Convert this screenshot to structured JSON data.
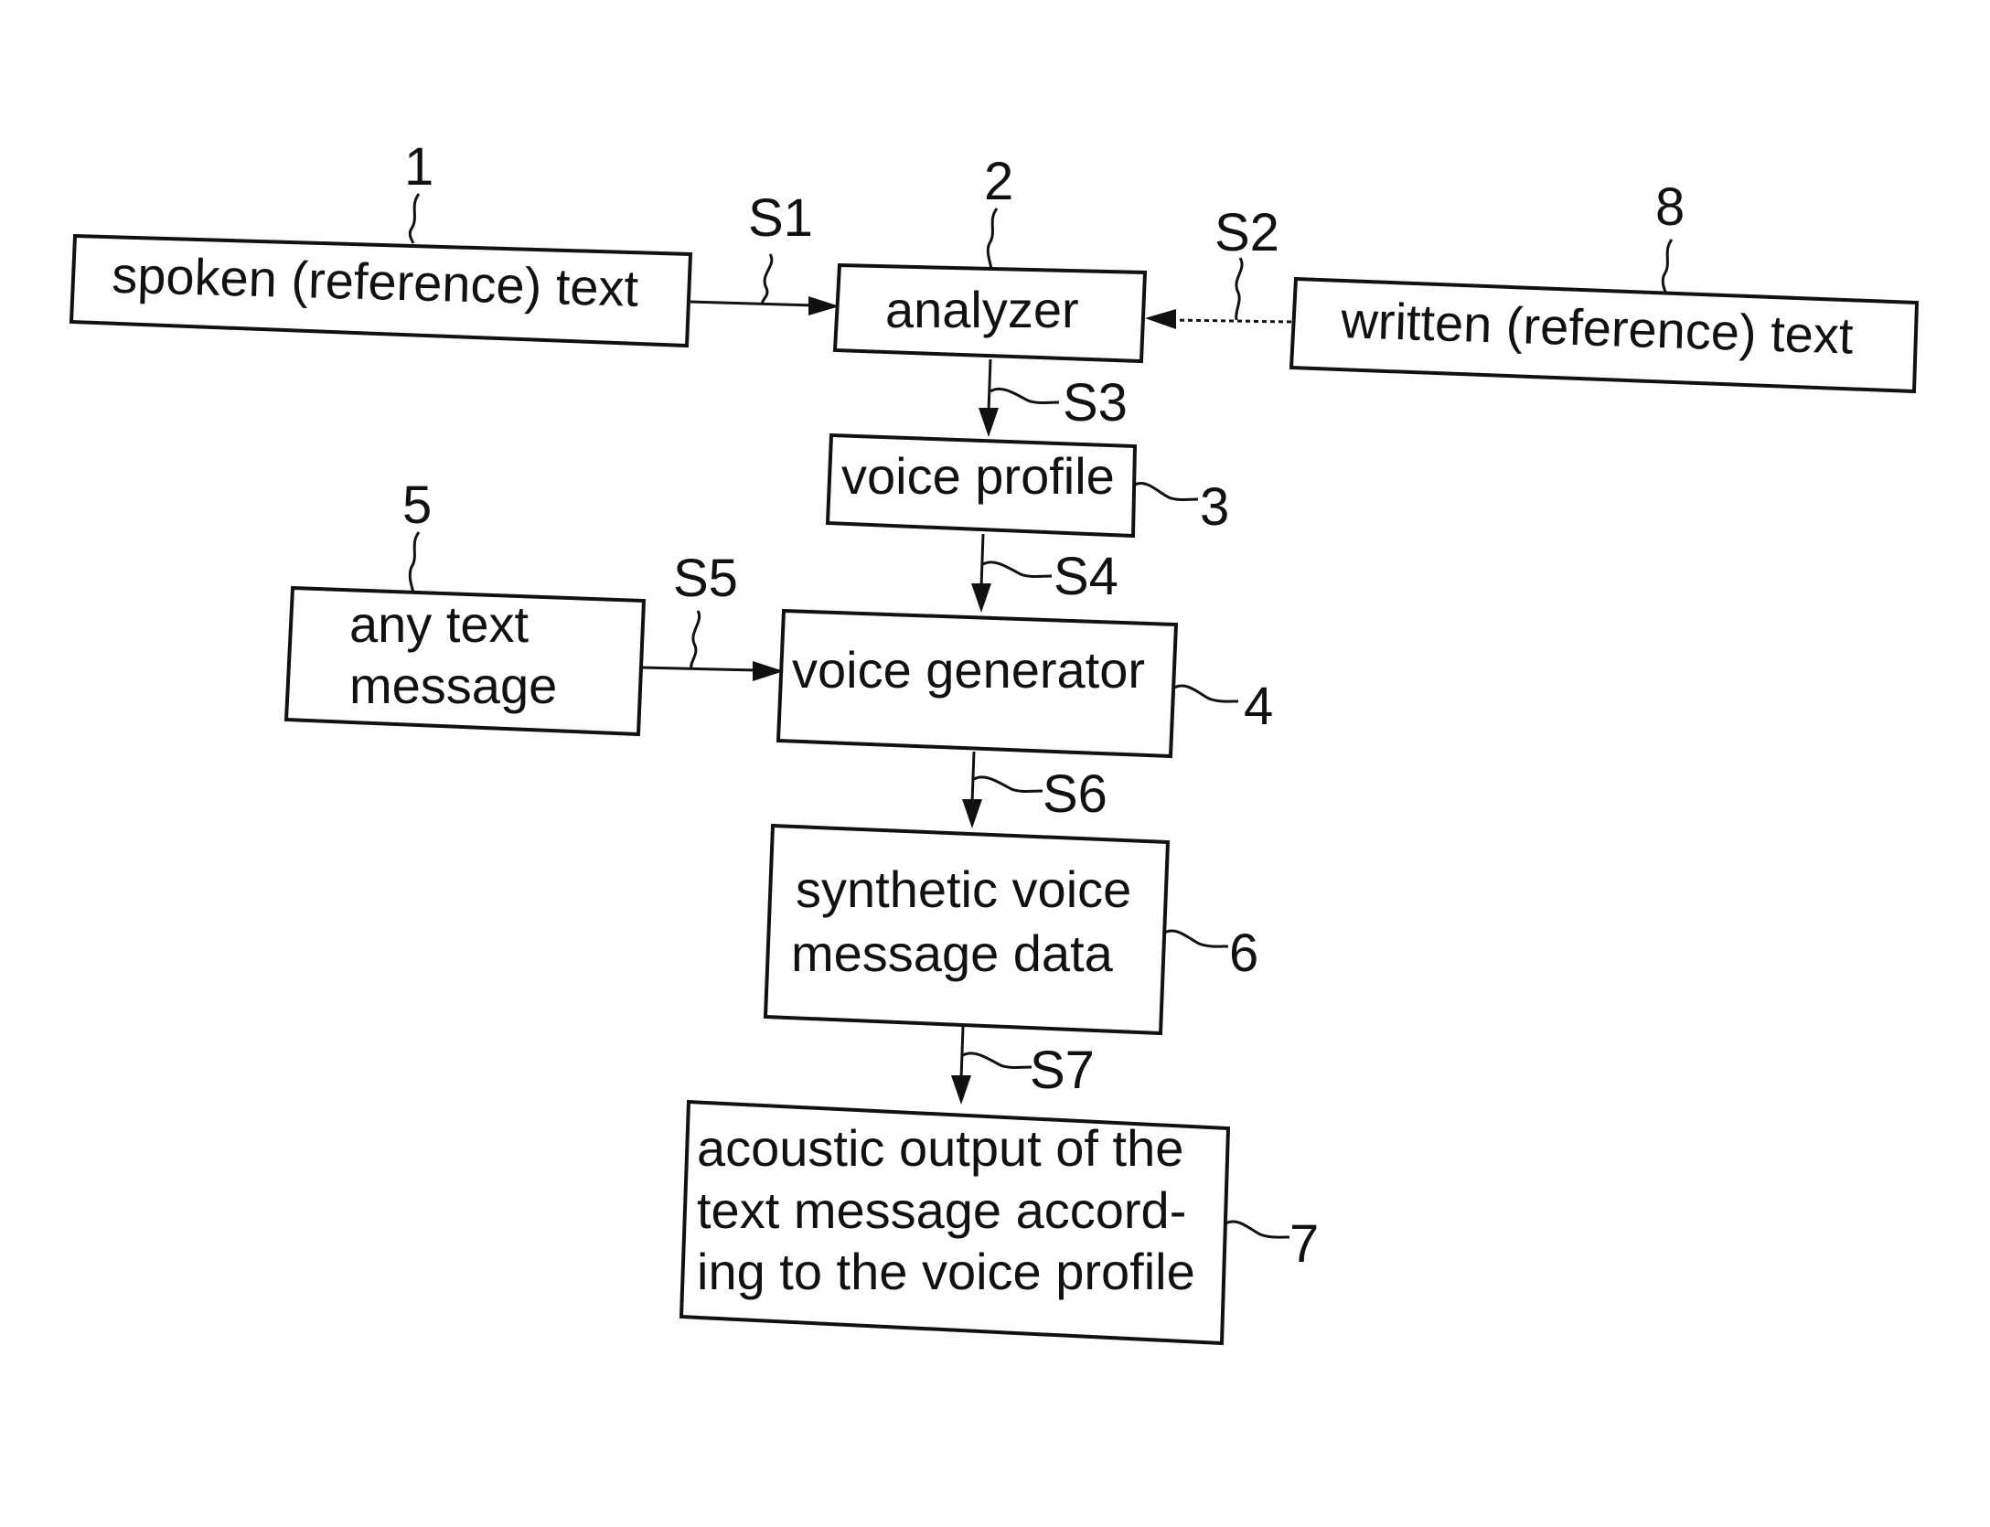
{
  "boxes": {
    "spoken_text": {
      "lines": [
        "spoken (reference) text"
      ],
      "ref": "1"
    },
    "analyzer": {
      "lines": [
        "analyzer"
      ],
      "ref": "2"
    },
    "written_text": {
      "lines": [
        "written (reference) text"
      ],
      "ref": "8"
    },
    "voice_profile": {
      "lines": [
        "voice profile"
      ],
      "ref": "3"
    },
    "any_text": {
      "lines": [
        "any text",
        "message"
      ],
      "ref": "5"
    },
    "voice_generator": {
      "lines": [
        "voice generator"
      ],
      "ref": "4"
    },
    "synthetic_voice": {
      "lines": [
        "synthetic voice",
        "message data"
      ],
      "ref": "6"
    },
    "acoustic_output": {
      "lines": [
        "acoustic output of the",
        "text message accord-",
        "ing to the voice profile"
      ],
      "ref": "7"
    }
  },
  "signals": {
    "s1": "S1",
    "s2": "S2",
    "s3": "S3",
    "s4": "S4",
    "s5": "S5",
    "s6": "S6",
    "s7": "S7"
  },
  "colors": {
    "ink": "#111111",
    "background": "#ffffff"
  }
}
